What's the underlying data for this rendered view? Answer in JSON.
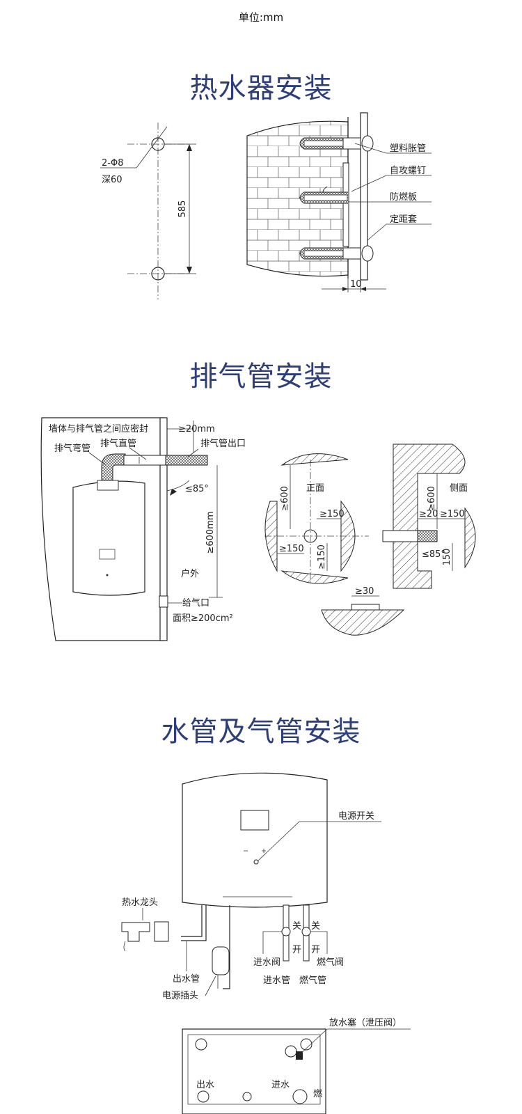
{
  "unit_label": "单位:mm",
  "sections": {
    "heater": {
      "title": "热水器安装",
      "hole_spec": "2-Φ8",
      "hole_depth": "深60",
      "hole_spacing": "585",
      "labels": [
        "塑料胀管",
        "自攻螺钉",
        "防燃板",
        "定距套"
      ],
      "gap": "10"
    },
    "exhaust": {
      "title": "排气管安装",
      "seal_note": "墙体与排气管之间应密封",
      "elbow": "排气弯管",
      "straight": "排气直管",
      "outlet": "排气管出口",
      "protrude": "≥20mm",
      "angle": "≤85°",
      "height": "≥600mm",
      "outdoor": "户外",
      "air_inlet": "给气口",
      "air_area": "面积≥200cm²",
      "front_label": "正面",
      "side_label": "侧面",
      "front_600": "≥600",
      "front_150_a": "≥150",
      "front_150_b": "≥150",
      "front_150_c": "≥150",
      "side_600": "≥600",
      "side_20": "≥20",
      "side_150_a": "≥150",
      "side_150_b": "150",
      "side_angle": "≤85°",
      "bottom_30": "≥30"
    },
    "pipes": {
      "title": "水管及气管安装",
      "power_switch": "电源开关",
      "faucet": "热水龙头",
      "outlet_pipe": "出水管",
      "power_plug": "电源插头",
      "inlet_valve": "进水阀",
      "inlet_pipe": "进水管",
      "gas_pipe": "燃气管",
      "gas_valve": "燃气阀",
      "close1": "关",
      "open1": "开",
      "close2": "关",
      "open2": "开",
      "drain_plug": "放水塞（泄压阀）",
      "bottom_out": "出水",
      "bottom_in": "进水",
      "bottom_gas": "燃"
    }
  }
}
